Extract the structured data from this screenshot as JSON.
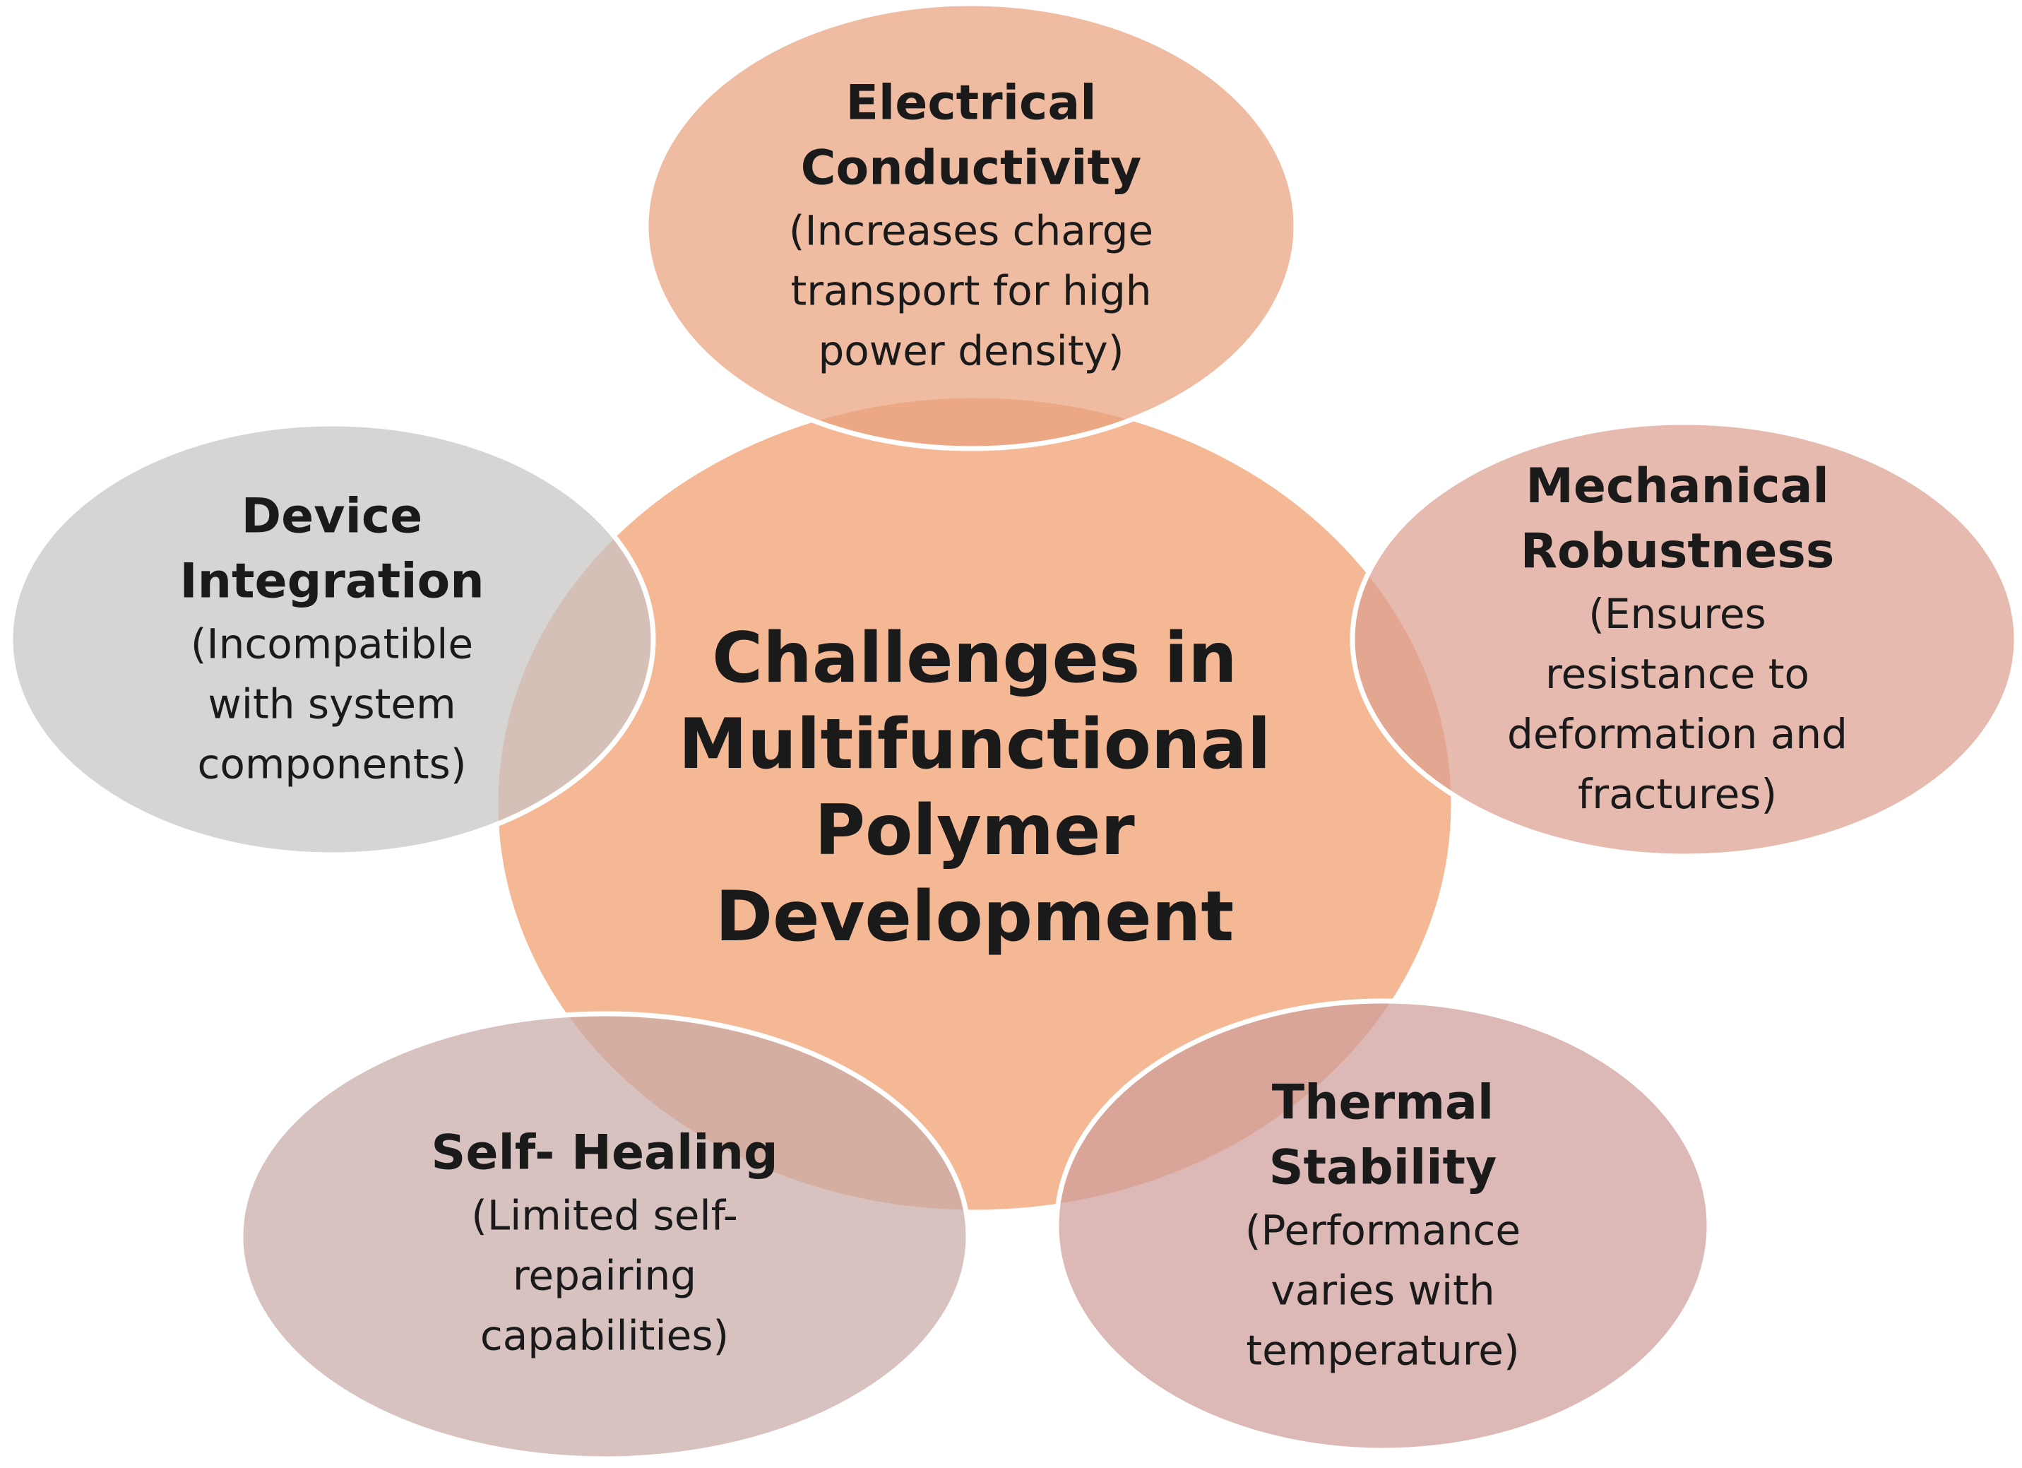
{
  "center": {
    "lines": [
      "Challenges in",
      "Multifunctional",
      "Polymer",
      "Development"
    ],
    "color": "#f5b895"
  },
  "nodes": [
    {
      "id": "electrical-conductivity",
      "title_lines": [
        "Electrical",
        "Conductivity"
      ],
      "desc_lines": [
        "(Increases charge",
        "transport for high",
        "power density)"
      ],
      "color": "#e9a27e"
    },
    {
      "id": "mechanical-robustness",
      "title_lines": [
        "Mechanical",
        "Robustness"
      ],
      "desc_lines": [
        "(Ensures",
        "resistance to",
        "deformation and",
        "fractures)"
      ],
      "color": "#dc9f8f"
    },
    {
      "id": "thermal-stability",
      "title_lines": [
        "Thermal",
        "Stability"
      ],
      "desc_lines": [
        "(Performance",
        "varies with",
        "temperature)"
      ],
      "color": "#cf9e9a"
    },
    {
      "id": "self-healing",
      "title_lines": [
        "Self- Healing"
      ],
      "desc_lines": [
        "(Limited self-",
        "repairing",
        "capabilities)"
      ],
      "color": "#c9aaa8"
    },
    {
      "id": "device-integration",
      "title_lines": [
        "Device",
        "Integration"
      ],
      "desc_lines": [
        "(Incompatible",
        "with system",
        "components)"
      ],
      "color": "#c7c3c3"
    }
  ]
}
